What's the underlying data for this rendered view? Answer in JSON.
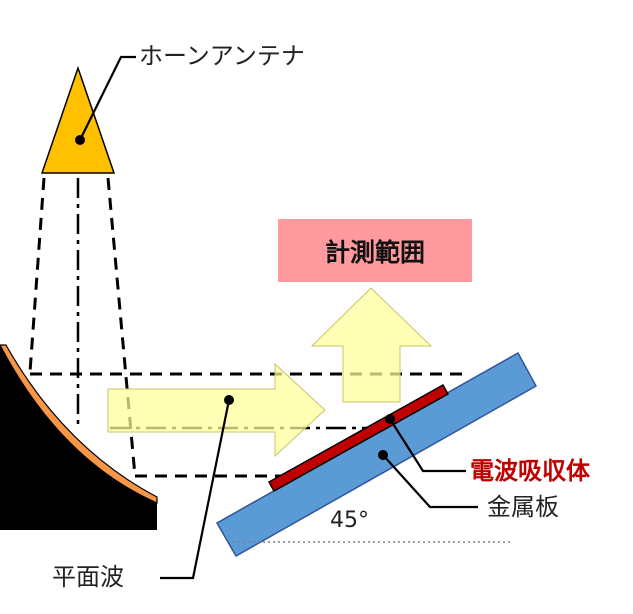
{
  "labels": {
    "horn_antenna": "ホーンアンテナ",
    "measurement_range": "計測範囲",
    "absorber": "電波吸収体",
    "metal_plate": "金属板",
    "angle": "45°",
    "plane_wave": "平面波"
  },
  "colors": {
    "antenna": "#ffc000",
    "reflector": "#000000",
    "reflector_edge": "#f79646",
    "wave_arrow": "#ffff99",
    "measure_box": "#ff9a9e",
    "metal_plate": "#5b9bd5",
    "absorber": "#c00000",
    "absorber_label": "#c00000"
  }
}
